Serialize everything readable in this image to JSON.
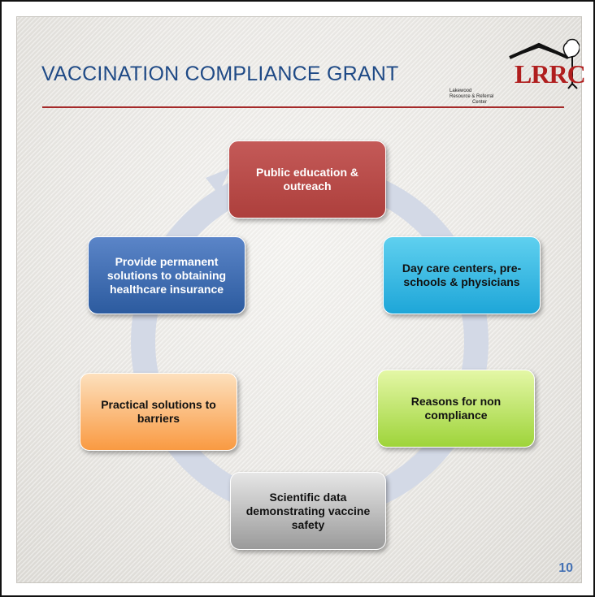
{
  "slide": {
    "title": "VACCINATION COMPLIANCE GRANT",
    "page_number": "10"
  },
  "logo": {
    "mark": "LRRC",
    "tagline": [
      "Lakewood",
      "Resource & Referral",
      "Center"
    ],
    "accent_color": "#b01e1e"
  },
  "diagram": {
    "ring_color": "#d3d9e6",
    "nodes": [
      {
        "label": "Public education & outreach",
        "color": "#b84b49"
      },
      {
        "label": "Day care centers, pre-schools & physicians",
        "color": "#2fb4e0"
      },
      {
        "label": "Reasons for non compliance",
        "color": "#b5e05a"
      },
      {
        "label": "Scientific data demonstrating vaccine safety",
        "color": "#b0b0b0"
      },
      {
        "label": "Practical solutions to barriers",
        "color": "#fbb36c"
      },
      {
        "label": "Provide permanent solutions to obtaining healthcare insurance",
        "color": "#3b69b1"
      }
    ]
  },
  "colors": {
    "title": "#1f4a86",
    "rule": "#a52a2a",
    "page_number": "#4572b5"
  }
}
